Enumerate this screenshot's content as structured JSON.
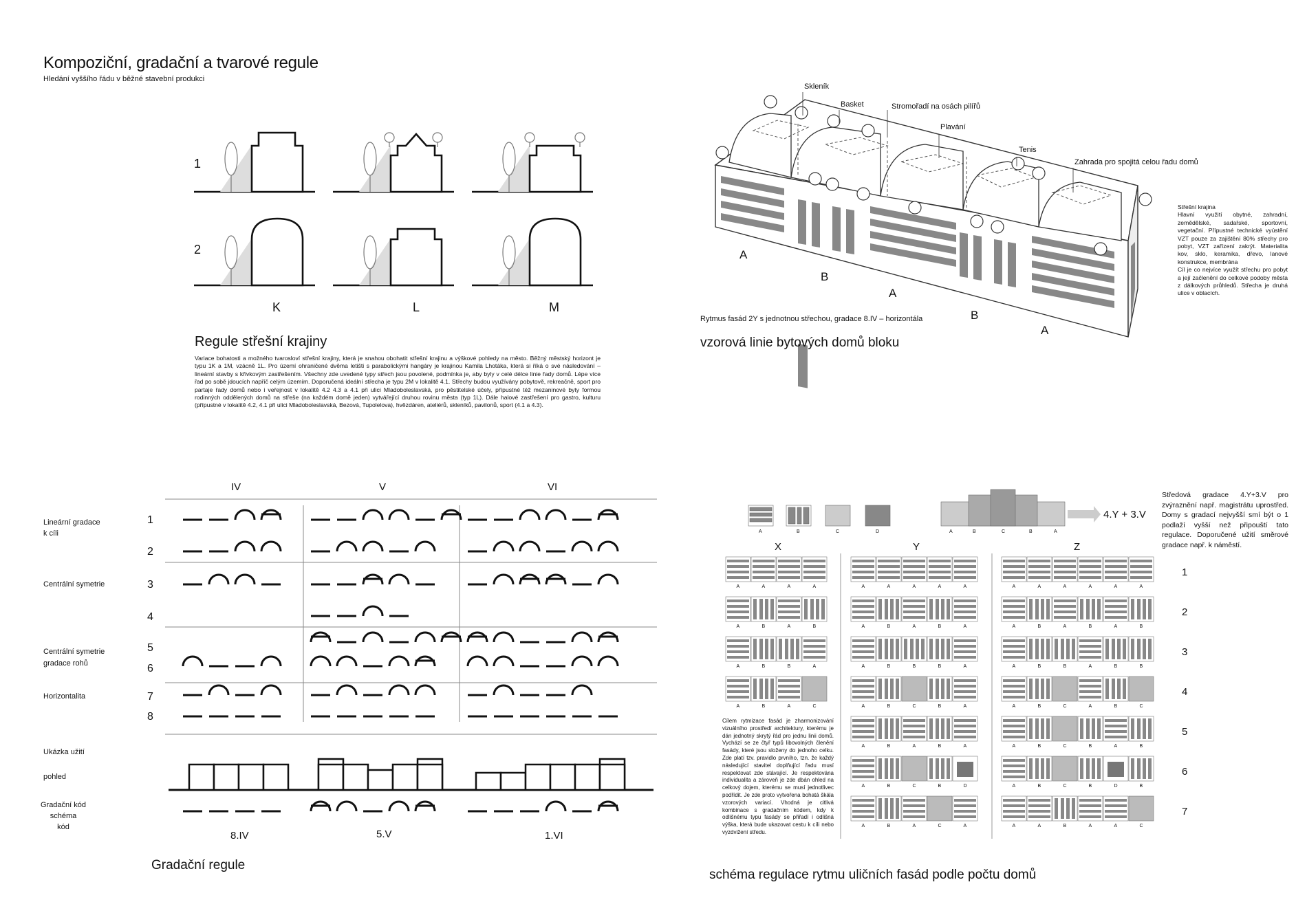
{
  "header": {
    "title": "Kompoziční, gradační a tvarové regule",
    "subtitle": "Hledání vyššího řádu v běžné stavební produkci"
  },
  "roof_section": {
    "row_labels": [
      "1",
      "2"
    ],
    "col_labels": [
      "K",
      "L",
      "M"
    ],
    "heading": "Regule střešní krajiny",
    "text": "Variace bohatosti a možného tvarosloví střešní krajiny, která je snahou obohatit střešní krajinu a výškové pohledy na město. Běžný městský horizont je typu 1K a 1M, vzácně 1L.  Pro území ohraničené dvěma letišti s parabolickými hangáry je krajinou Kamila Lhotáka, která si říká o své následování – lineární stavby s křivkovým zastřešením. Všechny zde uvedené typy střech jsou povolené, podmínka je, aby byly v celé délce linie řady domů. Lépe více řad po sobě jdoucích napříč celým územím. Doporučená ideální střecha je typu 2M v lokalitě 4.1. Střechy budou využívány pobytově, rekreačně, sport pro partaje řady domů nebo i veřejnost v lokalitě 4.2 4.3 a 4.1 při ulici Mladoboleslavská, pro pěstitelské účely, přípustné též mezaninové byty formou rodinných oddělených domů na střeše (na každém domě jeden) vytvářející druhou rovinu města (typ 1L). Dále halové zastřešení pro gastro, kulturu (přípustné v lokalitě 4.2, 4.1 při ulici Mladoboleslavská, Bezová, Tupolelova), hvězdáren, ateliérů, skleníků, pavilonů, sport (4.1 a 4.3)."
  },
  "axo": {
    "labels": [
      "Skleník",
      "Basket",
      "Stromořadí na osách pilířů",
      "Plavání",
      "Tenis",
      "Zahrada pro spojitá celou řadu domů"
    ],
    "facade_letters": [
      "A",
      "B",
      "A",
      "B",
      "A"
    ],
    "caption": "Rytmus fasád 2Y s jednotnou střechou, gradace 8.IV – horizontála",
    "heading": "vzorová linie bytových domů bloku",
    "side_text": "Střešní krajina\nHlavní využití obytné, zahradní, zemědělské, sadařské, sportovní, vegetační. Přípustné technické vyústění VZT pouze za zajištění 80% střechy pro pobyt, VZT zařízení zakrýt. Materialita kov, sklo, keramika, dřevo, lanové konstrukce, membrána\nCíl je co nejvíce využít střechu pro pobyt a její začlenění do celkové podoby města z dálkových průhledů. Střecha je druhá ulice v oblacích."
  },
  "gradation": {
    "columns": [
      "IV",
      "V",
      "VI"
    ],
    "groups": [
      {
        "label": "Lineární gradace\nk cíli",
        "rows": [
          "1",
          "2"
        ]
      },
      {
        "label": "Centrální symetrie",
        "rows": [
          "3",
          "4"
        ]
      },
      {
        "label": "Centrální symetrie\ngradace rohů",
        "rows": [
          "5",
          "6"
        ]
      },
      {
        "label": "Horizontalita",
        "rows": [
          "7",
          "8"
        ]
      }
    ],
    "example_labels": [
      "Ukázka užití",
      "pohled"
    ],
    "code_label": "Gradační kód\nschéma\nkód",
    "codes": [
      "8.IV",
      "5.V",
      "1.VI"
    ],
    "heading": "Gradační regule"
  },
  "facade_schema": {
    "type_letters": [
      "A",
      "B",
      "C",
      "D"
    ],
    "center_letters": [
      "A",
      "B",
      "C",
      "B",
      "A"
    ],
    "center_code": "4.Y + 3.V",
    "side_text": "Středová gradace 4.Y+3.V pro zvýraznění např. magistrátu uprostřed. Domy s gradací nejvyšší smí být o 1 podlaží vyšší než připouští tato regulace. Doporučené užití směrové gradace např. k náměstí.",
    "col_headers": [
      "X",
      "Y",
      "Z"
    ],
    "row_numbers": [
      "1",
      "2",
      "3",
      "4",
      "5",
      "6",
      "7"
    ],
    "x_rows": [
      [
        "A",
        "A",
        "A",
        "A"
      ],
      [
        "A",
        "B",
        "A",
        "B"
      ],
      [
        "A",
        "B",
        "B",
        "A"
      ],
      [
        "A",
        "B",
        "A",
        "C"
      ]
    ],
    "y_rows": [
      [
        "A",
        "A",
        "A",
        "A",
        "A"
      ],
      [
        "A",
        "B",
        "A",
        "B",
        "A"
      ],
      [
        "A",
        "B",
        "B",
        "B",
        "A"
      ],
      [
        "A",
        "B",
        "C",
        "B",
        "A"
      ],
      [
        "A",
        "B",
        "A",
        "B",
        "A"
      ],
      [
        "A",
        "B",
        "C",
        "B",
        "D"
      ],
      [
        "A",
        "B",
        "A",
        "C",
        "A"
      ]
    ],
    "z_rows": [
      [
        "A",
        "A",
        "A",
        "A",
        "A",
        "A"
      ],
      [
        "A",
        "B",
        "A",
        "B",
        "A",
        "B"
      ],
      [
        "A",
        "B",
        "B",
        "A",
        "B",
        "B"
      ],
      [
        "A",
        "B",
        "C",
        "A",
        "B",
        "C"
      ],
      [
        "A",
        "B",
        "C",
        "B",
        "A",
        "B"
      ],
      [
        "A",
        "B",
        "C",
        "B",
        "D",
        "B"
      ],
      [
        "A",
        "A",
        "B",
        "A",
        "A",
        "C"
      ]
    ],
    "note": "Cílem rytmizace fasád je zharmonizování vizuálního prostředí architektury, kterému je dán jednotný skrytý řád pro jednu linii domů. Vychází se ze čtyř typů libovolných členění fasády, které jsou složeny do jednoho celku. Zde platí tzv. pravidlo prvního, tzn. že každý následující stavitel doplňující řadu musí respektovat zde stávající. Je respektována individualita a zároveň je zde dbán ohled na celkový dojem, kterému se musí jednotlivec podřídit. Je zde proto vytvořena bohatá škála vzorových variací. Vhodná je citlivá kombinace s gradačním kódem, kdy k odlišnému typu fasády se přiřadí i odlišná výška, která bude ukazovat cestu k cíli nebo vyzdvižení středu.",
    "heading": "schéma regulace rytmu uličních fasád podle počtu domů"
  }
}
